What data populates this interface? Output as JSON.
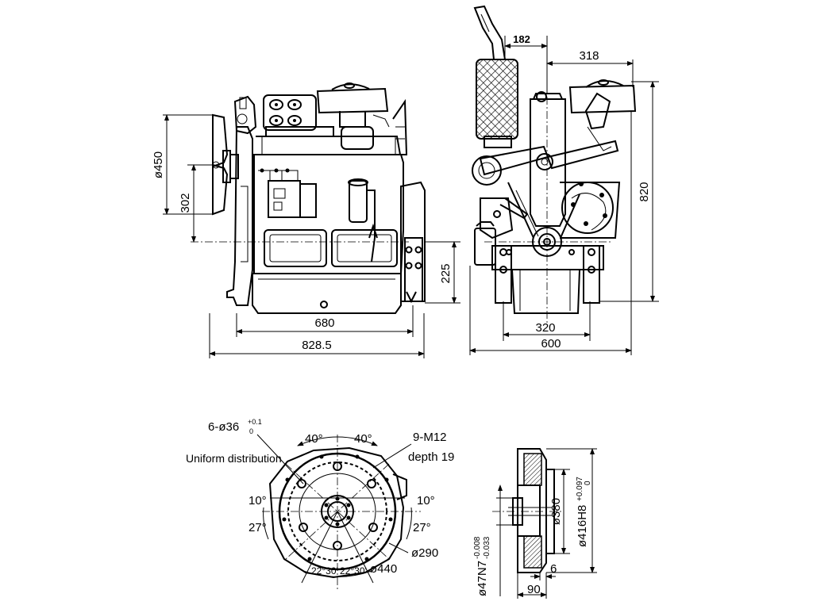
{
  "drawing": {
    "side_view": {
      "dim_overall_length": "828.5",
      "dim_block_length": "680",
      "dim_fan_diameter": "ø450",
      "dim_crank_height": "302",
      "dim_mount_height": "225"
    },
    "front_view": {
      "dim_top_offset": "182",
      "dim_filter_offset": "318",
      "dim_height": "820",
      "dim_mount_width": "320",
      "dim_overall_width": "600"
    },
    "flywheel_face": {
      "hole_callout": "6-ø36",
      "hole_tol_upper": "+0.1",
      "hole_tol_lower": "0",
      "hole_note": "Uniform distribution",
      "thread_callout": "9-M12",
      "thread_depth": "depth 19",
      "angle_top_left": "40°",
      "angle_top_right": "40°",
      "angle_left_small": "10°",
      "angle_right_small": "10°",
      "angle_left_large": "27°",
      "angle_right_large": "27°",
      "angle_bottom_left": "22°30'",
      "angle_bottom_right": "22°30'",
      "dia_pitch_outer": "ø440",
      "dia_pitch_inner": "ø290"
    },
    "flywheel_section": {
      "dia_spigot": "ø47N7",
      "spigot_tol_upper": "-0.008",
      "spigot_tol_lower": "-0.033",
      "dia_380": "ø380",
      "dia_bore": "ø416H8",
      "bore_tol_upper": "+0.097",
      "bore_tol_lower": "0",
      "dim_step": "6",
      "dim_depth": "90"
    }
  }
}
